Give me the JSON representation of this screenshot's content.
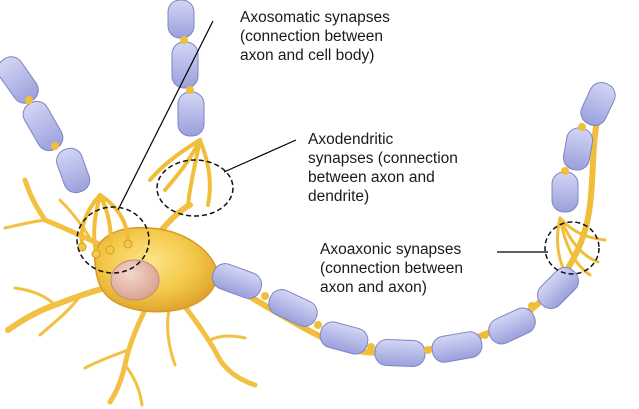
{
  "labels": {
    "axosomatic": {
      "line1": "Axosomatic synapses",
      "line2": "(connection between",
      "line3": "axon and cell body)"
    },
    "axodendritic": {
      "line1": "Axodendritic",
      "line2": "synapses (connection",
      "line3": "between axon and",
      "line4": "dendrite)"
    },
    "axoaxonic": {
      "line1": "Axoaxonic synapses",
      "line2": "(connection between",
      "line3": "axon and axon)"
    }
  },
  "colors": {
    "myelin_fill": "#aeb3e3",
    "myelin_edge": "#7d84c4",
    "neuron_fill": "#f3c94a",
    "neuron_edge": "#d79a22",
    "nucleus_fill": "#e4b7a6",
    "node_fill": "#f1be3a",
    "leader_line": "#000000"
  }
}
